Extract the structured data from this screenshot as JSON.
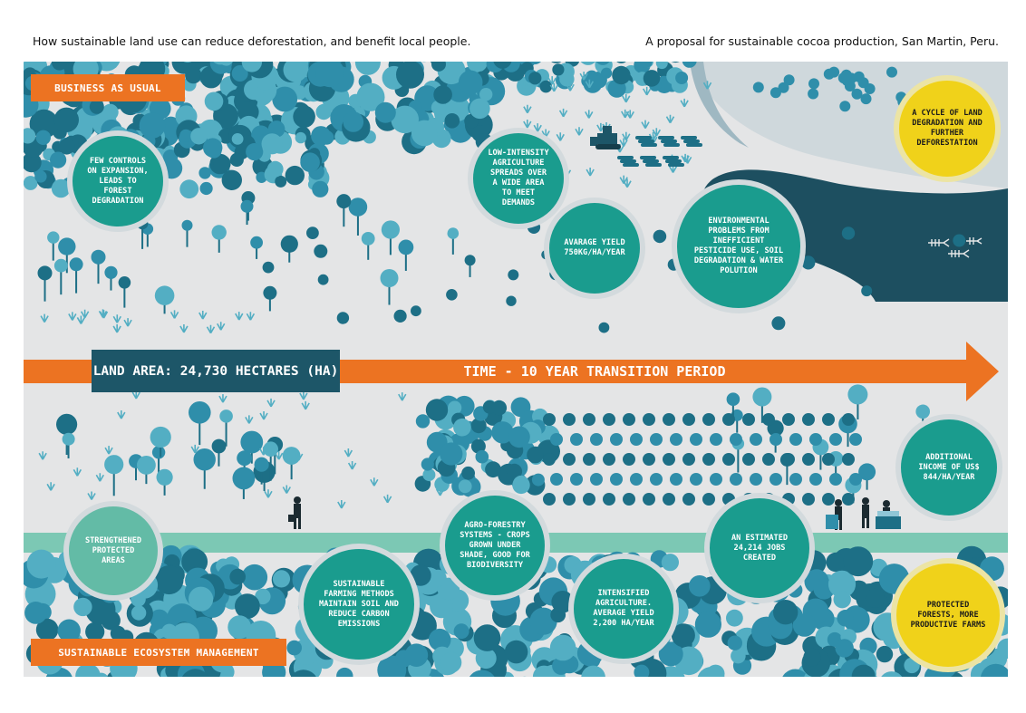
{
  "header": {
    "left": "How sustainable land use can reduce deforestation, and benefit local people.",
    "right": "A proposal for sustainable cocoa production, San Martin, Peru."
  },
  "labels": {
    "business_as_usual": "BUSINESS AS USUAL",
    "sustainable": "SUSTAINABLE ECOSYSTEM MANAGEMENT",
    "land_area": "LAND AREA: 24,730 HECTARES (HA)",
    "time": "TIME - 10 YEAR TRANSITION PERIOD"
  },
  "circles": {
    "few_controls": "FEW CONTROLS ON EXPANSION, LEADS TO FOREST DEGRADATION",
    "low_intensity": "LOW-INTENSITY AGRICULTURE SPREADS OVER A WIDE AREA TO MEET DEMANDS",
    "avg_yield": "AVARAGE YIELD 750KG/HA/YEAR",
    "environmental": "ENVIRONMENTAL PROBLEMS FROM INEFFICIENT PESTICIDE USE, SOIL DEGRADATION & WATER POLUTION",
    "cycle": "A CYCLE OF LAND DEGRADATION AND FURTHER DEFORESTATION",
    "strengthened": "STRENGTHENED PROTECTED AREAS",
    "sustainable_farming": "SUSTAINABLE FARMING METHODS MAINTAIN SOIL AND REDUCE CARBON EMISSIONS",
    "agroforestry": "AGRO-FORESTRY SYSTEMS - CROPS GROWN UNDER SHADE, GOOD FOR BIODIVERSITY",
    "intensified": "INTENSIFIED AGRICULTURE. AVERAGE YIELD 2,200 HA/YEAR",
    "jobs": "AN ESTIMATED 24,214 JOBS CREATED",
    "income": "ADDITIONAL INCOME OF US$ 844/HA/YEAR",
    "protected": "PROTECTED FORESTS, MORE PRODUCTIVE FARMS"
  },
  "colors": {
    "panel_bg": "#e4e5e6",
    "orange": "#ec7322",
    "navy": "#1d5668",
    "teal": "#1a9c8e",
    "teal_light": "#63bba6",
    "yellow": "#f0d21a",
    "tree_dark": "#1d6f86",
    "tree_mid": "#2f8eaa",
    "tree_light": "#53aec3",
    "water": "#1d4f60"
  }
}
